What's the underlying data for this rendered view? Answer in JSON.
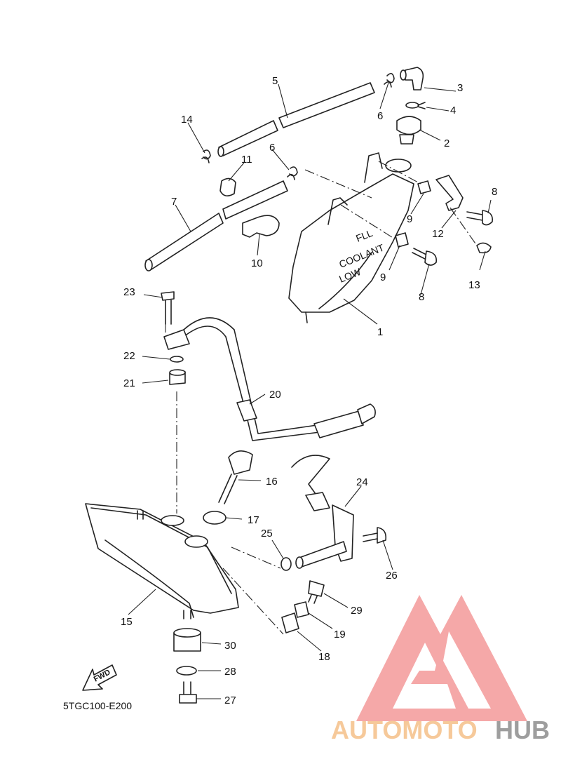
{
  "diagram": {
    "code": "5TGC100-E200",
    "fwd_label": "FWD",
    "tank_labels": [
      "FLL",
      "COOLANT",
      "LOW"
    ],
    "callouts": [
      "1",
      "2",
      "3",
      "4",
      "5",
      "6",
      "6",
      "7",
      "8",
      "8",
      "9",
      "9",
      "10",
      "11",
      "12",
      "13",
      "14",
      "15",
      "16",
      "17",
      "18",
      "19",
      "20",
      "21",
      "22",
      "23",
      "24",
      "25",
      "26",
      "27",
      "28",
      "29",
      "30"
    ]
  },
  "watermark": {
    "brand_part1": "AUTOMOTO",
    "brand_part2": "HUB",
    "colors": {
      "logo": "#f4a3a3",
      "part1": "#f6c99a",
      "part2": "#9e9e9e"
    }
  }
}
